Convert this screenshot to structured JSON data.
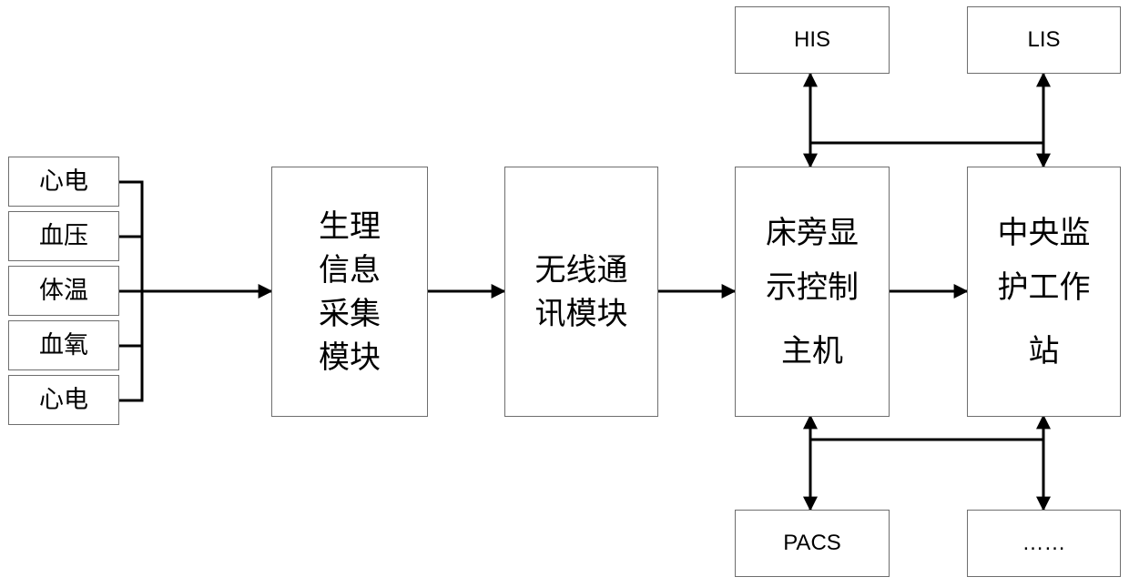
{
  "sensors": [
    "心电",
    "血压",
    "体温",
    "血氧",
    "心电"
  ],
  "modules": {
    "collection": [
      "生理",
      "信息",
      "采集",
      "模块"
    ],
    "wireless": [
      "无线通",
      "讯模块"
    ],
    "bedside": [
      "床旁显",
      "示控制",
      "主机"
    ],
    "central": [
      "中央监",
      "护工作",
      "站"
    ]
  },
  "systems": {
    "his": "HIS",
    "lis": "LIS",
    "pacs": "PACS",
    "more": "……"
  },
  "colors": {
    "box_border": "#6e6e6e",
    "line": "#000000"
  }
}
